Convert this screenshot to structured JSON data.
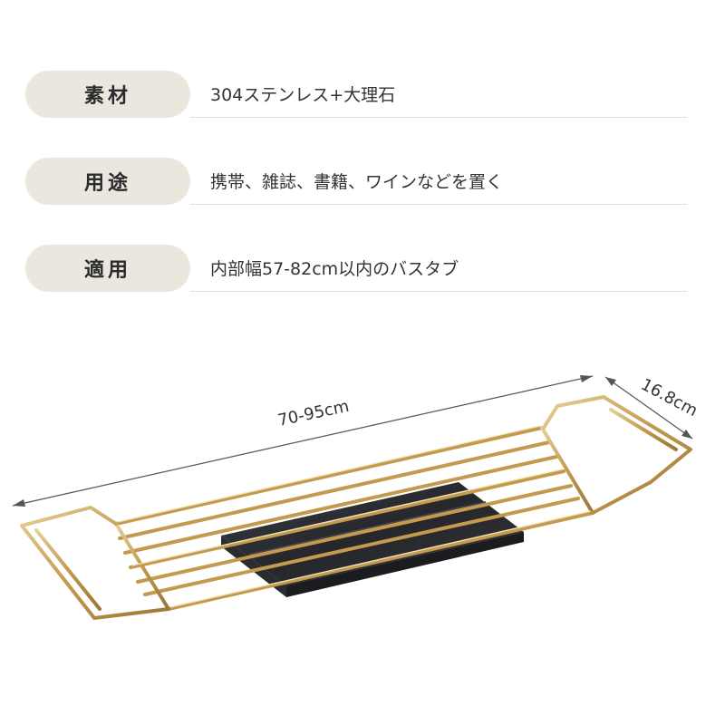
{
  "specs": [
    {
      "label": "素材",
      "value": "304ステンレス+大理石"
    },
    {
      "label": "用途",
      "value": "携帯、雑誌、書籍、ワインなどを置く"
    },
    {
      "label": "適用",
      "value": "内部幅57-82cm以内のバスタブ"
    }
  ],
  "dimensions": {
    "length": "70-95cm",
    "width": "16.8cm"
  },
  "colors": {
    "label_bg": "#ebe7df",
    "gold": "#c9a45c",
    "marble": "#2f3135"
  }
}
